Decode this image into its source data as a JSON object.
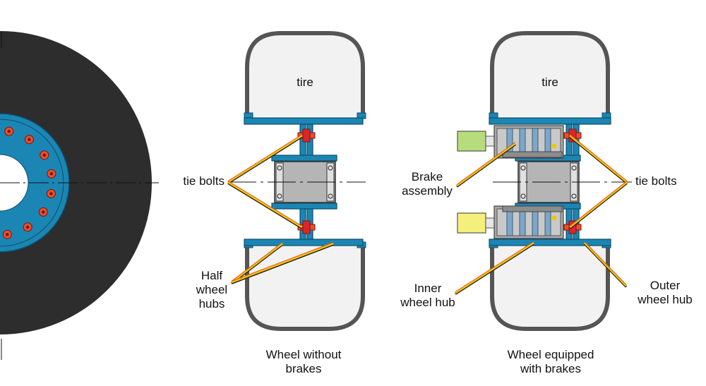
{
  "colors": {
    "tire_dark": "#2d2d2d",
    "tire_inner": "#f2f2f2",
    "hub_blue": "#1b86b4",
    "bolt_red": "#d8262c",
    "bolt_orange": "#e8502a",
    "leader_yellow": "#f5c400",
    "brake_green": "#b7dc7c",
    "brake_yellow": "#f5f07c",
    "bearing_gray": "#b5b5b5"
  },
  "labels": {
    "tire_left": "tire",
    "tire_right": "tire",
    "tie_bolts_left": "tie bolts",
    "tie_bolts_right": "tie bolts",
    "half_hubs": [
      "Half",
      "wheel",
      "hubs"
    ],
    "brake_assembly": [
      "Brake",
      "assembly"
    ],
    "inner_hub": [
      "Inner",
      "wheel hub"
    ],
    "outer_hub": [
      "Outer",
      "wheel hub"
    ],
    "caption_left": [
      "Wheel without",
      "brakes"
    ],
    "caption_right": [
      "Wheel equipped",
      "with brakes"
    ]
  }
}
